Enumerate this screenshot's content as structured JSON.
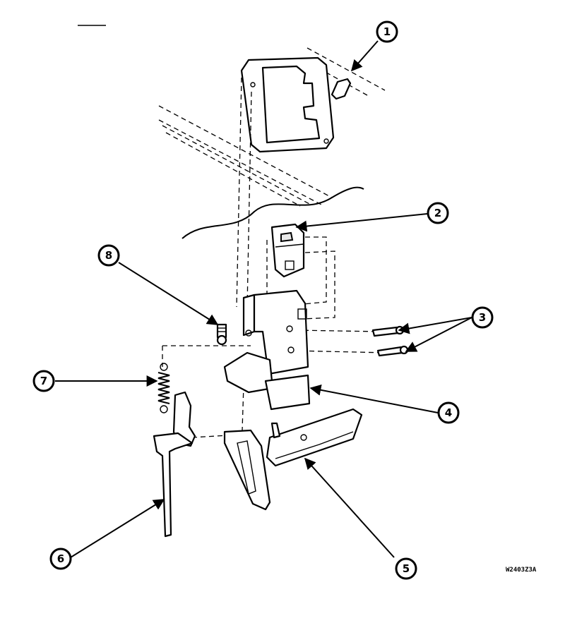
{
  "callouts": [
    {
      "id": "callout-1",
      "label": "1"
    },
    {
      "id": "callout-2",
      "label": "2"
    },
    {
      "id": "callout-3",
      "label": "3"
    },
    {
      "id": "callout-4",
      "label": "4"
    },
    {
      "id": "callout-5",
      "label": "5"
    },
    {
      "id": "callout-6",
      "label": "6"
    },
    {
      "id": "callout-7",
      "label": "7"
    },
    {
      "id": "callout-8",
      "label": "8"
    }
  ],
  "figure_code": "W2403Z3A"
}
